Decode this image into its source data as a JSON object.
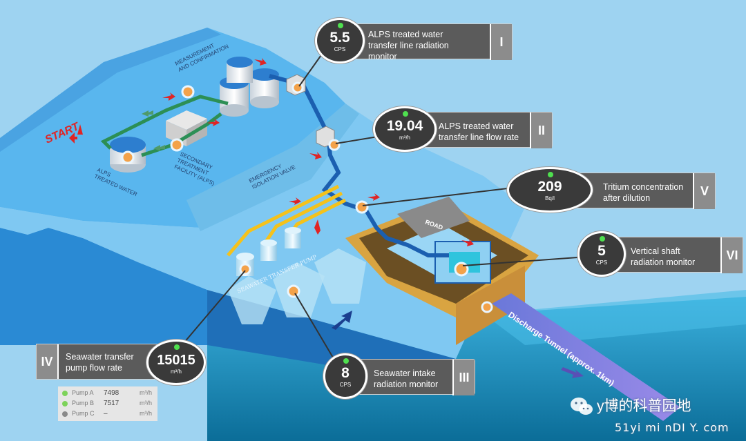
{
  "labels": {
    "start": "START",
    "alps_treated_water": "ALPS\nTREATED WATER",
    "secondary_treatment": "SECONDARY\nTREATMENT\nFACILITY (ALPS)",
    "measurement": "MEASUREMENT\nAND CONFIRMATION",
    "emergency_valve": "EMERGENCY\nISOLATION VALVE",
    "seawater_pump": "SEAWATER TRANSFER PUMP",
    "road": "ROAD",
    "discharge_tunnel": "Discharge Tunnel (approx. 1km)"
  },
  "monitors": [
    {
      "roman": "I",
      "value": "5.5",
      "unit": "CPS",
      "label": "ALPS treated water\ntransfer line radiation\nmonitor"
    },
    {
      "roman": "II",
      "value": "19.04",
      "unit": "m³/h",
      "label": "ALPS treated water\ntransfer line flow rate"
    },
    {
      "roman": "III",
      "value": "8",
      "unit": "CPS",
      "label": "Seawater intake\nradiation monitor"
    },
    {
      "roman": "IV",
      "value": "15015",
      "unit": "m³/h",
      "label": "Seawater transfer\npump flow rate"
    },
    {
      "roman": "V",
      "value": "209",
      "unit": "Bq/l",
      "label": "Tritium concentration\nafter dilution"
    },
    {
      "roman": "VI",
      "value": "5",
      "unit": "CPS",
      "label": "Vertical shaft\nradiation monitor"
    }
  ],
  "pumps": [
    {
      "name": "Pump A",
      "value": "7498",
      "unit": "m³/h",
      "status_color": "#7dd35a"
    },
    {
      "name": "Pump B",
      "value": "7517",
      "unit": "m³/h",
      "status_color": "#7dd35a"
    },
    {
      "name": "Pump C",
      "value": "–",
      "unit": "m³/h",
      "status_color": "#8a8a8a"
    }
  ],
  "watermark": {
    "line1": "y博的科普园地",
    "line2": "51yi mi nDI Y. com"
  },
  "colors": {
    "sky": "#9ed3f1",
    "ground_top": "#3ea6e6",
    "sea": "#1a95c9",
    "pipe": "#1b5fb0",
    "seawater_pipe": "#f5c21b",
    "arrow": "#e02424",
    "panel": "#5b5b5b",
    "dot_active": "#4fe04f"
  }
}
